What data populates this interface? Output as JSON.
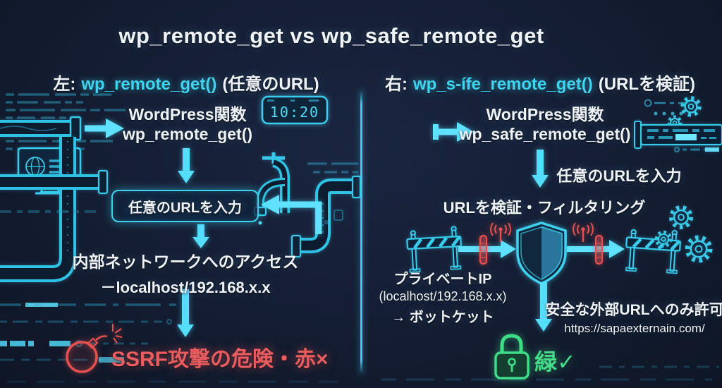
{
  "title": "wp_remote_get vs wp_safe_remote_get",
  "clock": {
    "time": "10:20"
  },
  "left_column": {
    "header": {
      "prefix": "左:",
      "function_name": "wp_remote_get()",
      "suffix": "(任意のURL)"
    },
    "function_label_line1": "WordPress関数",
    "function_label_line2": "wp_remote_get()",
    "input_box_label": "任意のURLを入力",
    "access_line1": "内部ネットワークへのアクセス",
    "access_line2": "－localhost/192.168.x.x",
    "danger_label": "SSRF攻撃の危険・赤×"
  },
  "right_column": {
    "header": {
      "prefix": "右:",
      "function_name": "wp_s-ífe_remote_get()",
      "suffix": "(URLを検証)"
    },
    "function_label_line1": "WordPress関数",
    "function_label_line2": "wp_safe_remote_get()",
    "input_label": "任意のURLを入力",
    "validate_label": "URLを検証・フィルタリング",
    "blocked_line1": "プライベートIP",
    "blocked_line2": "(localhost/192.168.x.x)",
    "blocked_line3": "→ ボットケット",
    "allowed_line1": "安全な外部URLへのみ許可",
    "allowed_url": "https://sapaexternain.com/",
    "safe_label": "緑✓"
  },
  "colors": {
    "accent_cyan": "#3fd2f0",
    "danger_red": "#e85d5f",
    "safe_green": "#46db8b",
    "background": "#141d32"
  }
}
